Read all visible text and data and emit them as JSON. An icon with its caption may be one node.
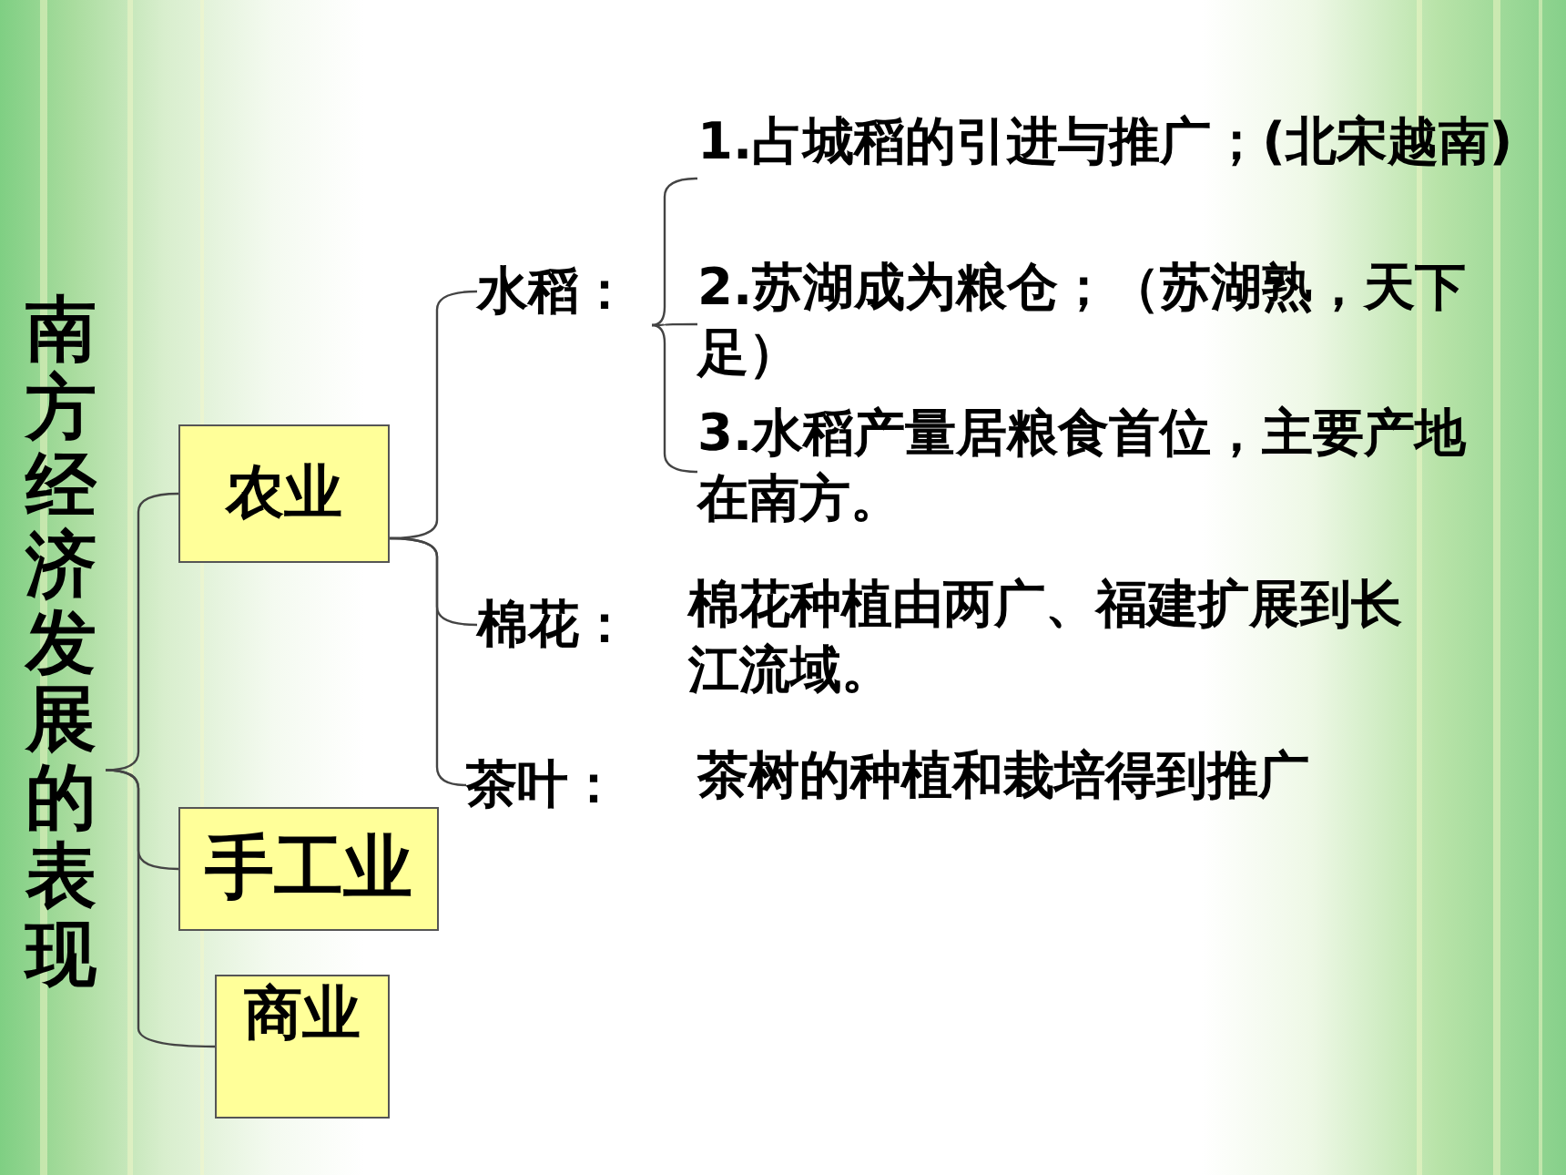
{
  "diagram": {
    "nodes": [
      {
        "text": [
          "南方经济发展的表现"
        ]
      },
      {
        "text": [
          "农业"
        ]
      },
      {
        "text": [
          "手工业"
        ]
      },
      {
        "text": [
          "商业"
        ]
      },
      {
        "text": [
          "水稻："
        ]
      },
      {
        "text": [
          "棉花："
        ]
      },
      {
        "text": [
          "茶叶："
        ]
      },
      {
        "text": [
          "1.占城稻的引进与推广；(北宋越南)"
        ]
      },
      {
        "text": [
          "2.苏湖成为粮仓；（苏湖熟，天下足）"
        ]
      },
      {
        "text": [
          "3.水稻产量居粮食首位，主要产地在南方。"
        ]
      },
      {
        "text": [
          "棉花种植由两广、福建扩展到长江流域。"
        ]
      },
      {
        "text": [
          "茶树的种植和栽培得到推广"
        ]
      }
    ],
    "edges": [
      {
        "from": 0,
        "to": 1,
        "arrow": "none"
      },
      {
        "from": 0,
        "to": 2,
        "arrow": "none"
      },
      {
        "from": 0,
        "to": 3,
        "arrow": "none"
      },
      {
        "from": 1,
        "to": 4,
        "arrow": "none"
      },
      {
        "from": 1,
        "to": 5,
        "arrow": "none"
      },
      {
        "from": 1,
        "to": 6,
        "arrow": "none"
      },
      {
        "from": 4,
        "to": 7,
        "arrow": "none"
      },
      {
        "from": 4,
        "to": 8,
        "arrow": "none"
      },
      {
        "from": 4,
        "to": 9,
        "arrow": "none"
      }
    ]
  }
}
